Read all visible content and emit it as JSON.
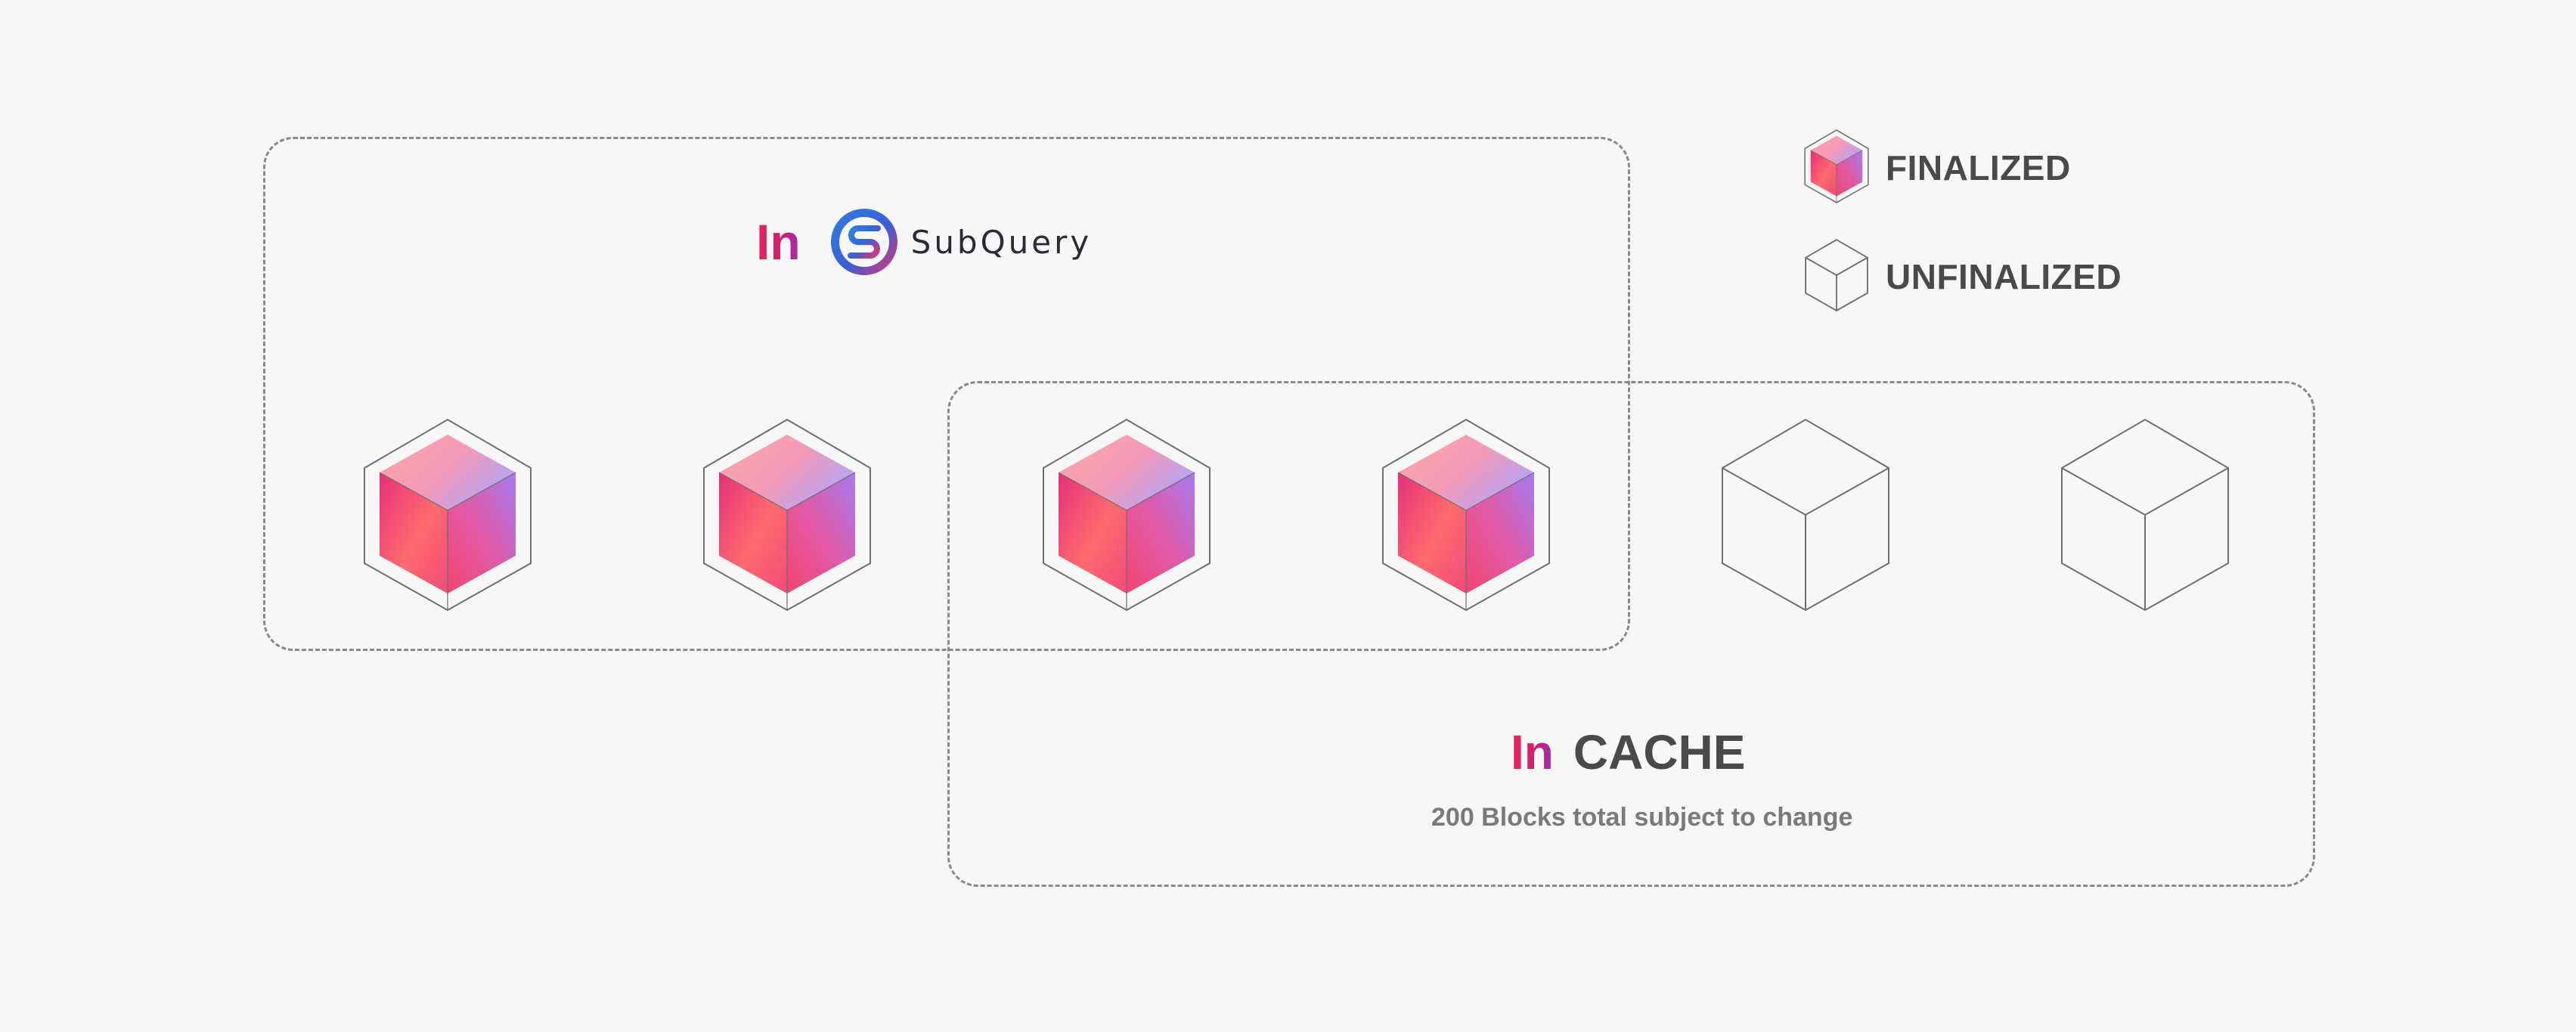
{
  "subquery_section": {
    "in_label": "In",
    "logo_text": "SubQuery",
    "logo_icon": "subquery-logo-icon"
  },
  "cache_section": {
    "in_label": "In",
    "title": "CACHE",
    "subtitle": "200 Blocks total subject to change"
  },
  "legend": {
    "finalized": {
      "label": "FINALIZED",
      "icon": "finalized-block-icon"
    },
    "unfinalized": {
      "label": "UNFINALIZED",
      "icon": "unfinalized-block-icon"
    }
  },
  "blocks": [
    {
      "status": "finalized"
    },
    {
      "status": "finalized"
    },
    {
      "status": "finalized"
    },
    {
      "status": "finalized"
    },
    {
      "status": "unfinalized"
    },
    {
      "status": "unfinalized"
    }
  ],
  "colors": {
    "gradient_pink": "#ff5f7e",
    "gradient_magenta": "#e1306c",
    "gradient_purple": "#a77bf3",
    "outline": "#707070",
    "brand_blue": "#2c6fd6"
  }
}
